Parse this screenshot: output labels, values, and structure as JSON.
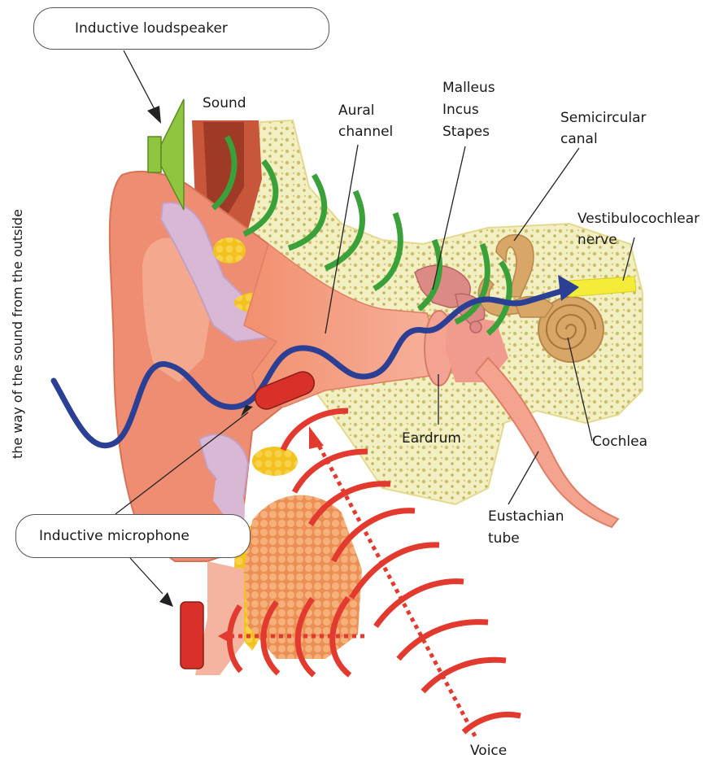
{
  "labels": {
    "inductive_loudspeaker": "Inductive loudspeaker",
    "sound": "Sound",
    "aural_channel_1": "Aural",
    "aural_channel_2": "channel",
    "ossicles_1": "Malleus",
    "ossicles_2": "Incus",
    "ossicles_3": "Stapes",
    "semicircular_1": "Semicircular",
    "semicircular_2": "canal",
    "vestibulo_1": "Vestibulocochlear",
    "vestibulo_2": "nerve",
    "eardrum": "Eardrum",
    "cochlea": "Cochlea",
    "eustachian_1": "Eustachian",
    "eustachian_2": "tube",
    "inductive_microphone": "Inductive microphone",
    "voice": "Voice",
    "vertical_caption": "the way of the sound from the outside"
  },
  "colors": {
    "skin": "#ee8d72",
    "skin_light": "#f4a88e",
    "canal": "#f3a48e",
    "bone": "#f2efc2",
    "bone_dots": "#cbbf6a",
    "cartilage": "#d9b8d6",
    "fat": "#f3c21e",
    "gland": "#f0a06a",
    "ossicle": "#dc8a86",
    "cochlea": "#d8a666",
    "nerve": "#f5ec3a",
    "sound_wave": "#3aa13a",
    "voice_wave": "#e23a2f",
    "signal_wave": "#2b3f94",
    "device_red": "#d9302a",
    "speaker_green": "#8ec63f"
  },
  "icons": [
    "loudspeaker-icon",
    "microphone-icon",
    "external-microphone-icon"
  ]
}
